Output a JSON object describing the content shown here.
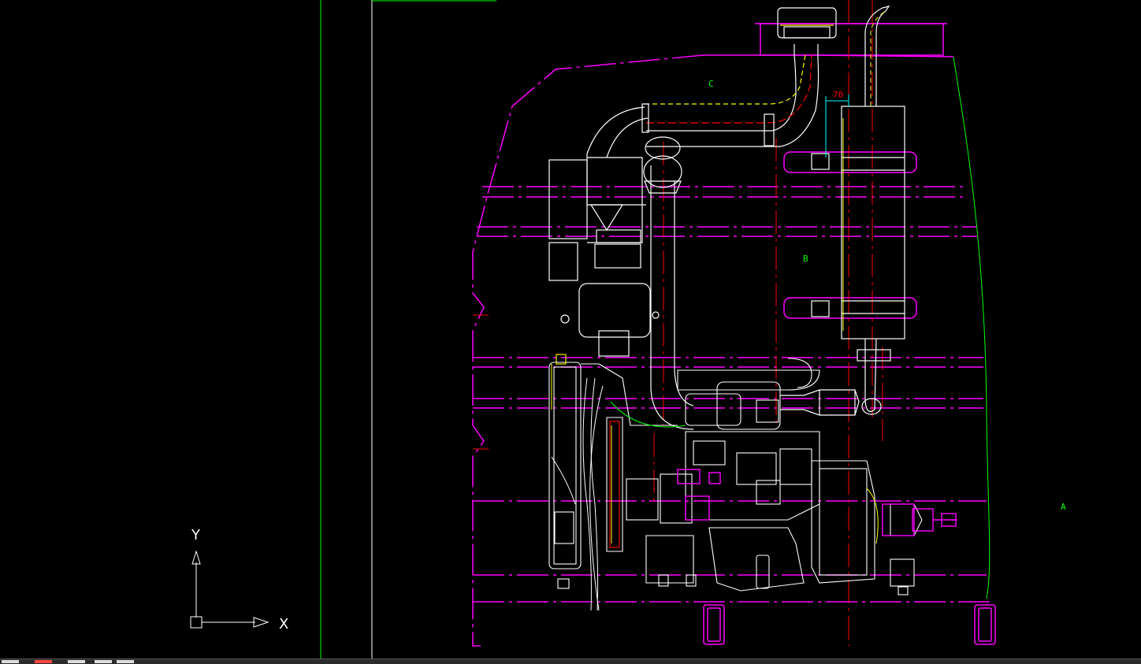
{
  "labels": {
    "dimension": "70",
    "point_a": "A",
    "point_b": "B",
    "point_c": "C"
  },
  "ucs": {
    "x_axis": "X",
    "y_axis": "Y"
  },
  "colors": {
    "background": "#000000",
    "magenta": "#ff00ff",
    "white": "#ffffff",
    "yellow": "#ffff00",
    "red": "#ff0000",
    "green": "#00ff00",
    "cyan": "#00ffff"
  },
  "icons": {
    "ucs": "ucs-icon"
  }
}
